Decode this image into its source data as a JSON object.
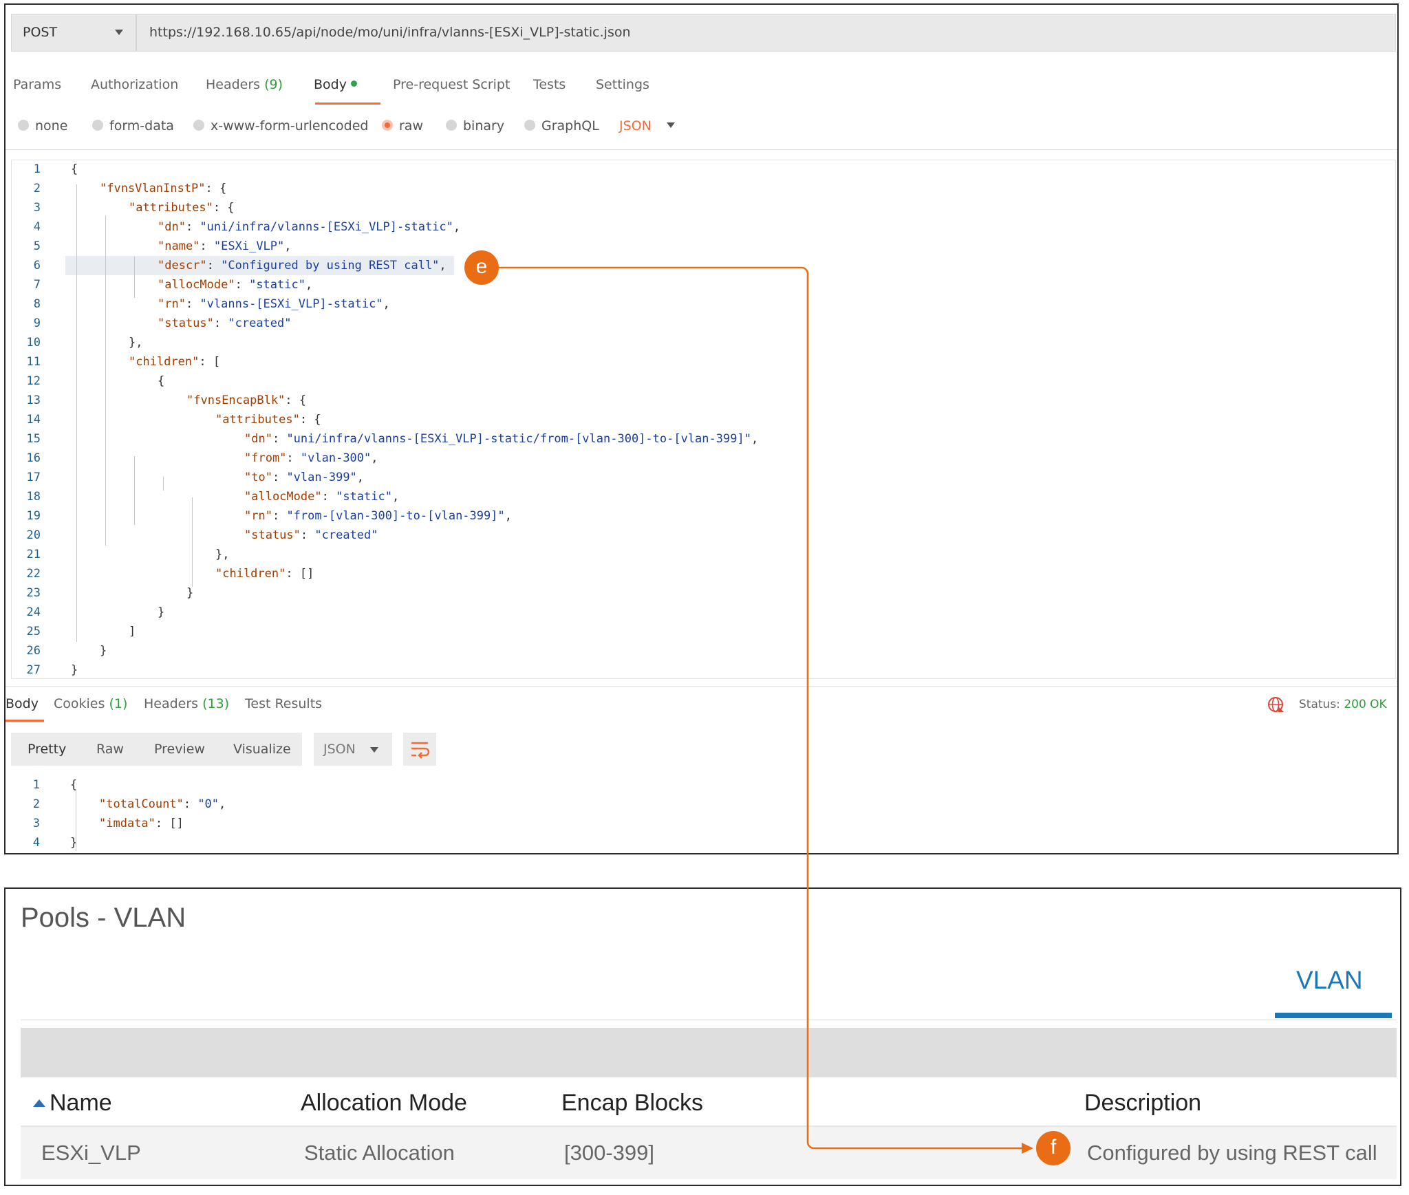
{
  "request": {
    "method": "POST",
    "url": "https://192.168.10.65/api/node/mo/uni/infra/vlanns-[ESXi_VLP]-static.json"
  },
  "request_tabs": [
    {
      "label": "Params",
      "count": ""
    },
    {
      "label": "Authorization",
      "count": ""
    },
    {
      "label": "Headers",
      "count": "(9)"
    },
    {
      "label": "Body",
      "count": ""
    },
    {
      "label": "Pre-request Script",
      "count": ""
    },
    {
      "label": "Tests",
      "count": ""
    },
    {
      "label": "Settings",
      "count": ""
    }
  ],
  "active_request_tab": "Body",
  "body_types": [
    "none",
    "form-data",
    "x-www-form-urlencoded",
    "raw",
    "binary",
    "GraphQL"
  ],
  "selected_body_type": "raw",
  "body_format": "JSON",
  "request_body_lines": [
    {
      "n": "1",
      "indent": 0,
      "text": "{"
    },
    {
      "n": "2",
      "indent": 1,
      "key": "\"fvnsVlanInstP\"",
      "text": ": {"
    },
    {
      "n": "3",
      "indent": 2,
      "key": "\"attributes\"",
      "text": ": {"
    },
    {
      "n": "4",
      "indent": 3,
      "key": "\"dn\"",
      "text": ": ",
      "val": "\"uni/infra/vlanns-[ESXi_VLP]-static\"",
      "tail": ","
    },
    {
      "n": "5",
      "indent": 3,
      "key": "\"name\"",
      "text": ": ",
      "val": "\"ESXi_VLP\"",
      "tail": ","
    },
    {
      "n": "6",
      "indent": 3,
      "key": "\"descr\"",
      "text": ": ",
      "val": "\"Configured by using REST call\"",
      "tail": ",",
      "highlight": true
    },
    {
      "n": "7",
      "indent": 3,
      "key": "\"allocMode\"",
      "text": ": ",
      "val": "\"static\"",
      "tail": ","
    },
    {
      "n": "8",
      "indent": 3,
      "key": "\"rn\"",
      "text": ": ",
      "val": "\"vlanns-[ESXi_VLP]-static\"",
      "tail": ","
    },
    {
      "n": "9",
      "indent": 3,
      "key": "\"status\"",
      "text": ": ",
      "val": "\"created\"",
      "tail": ""
    },
    {
      "n": "10",
      "indent": 2,
      "text": "},"
    },
    {
      "n": "11",
      "indent": 2,
      "key": "\"children\"",
      "text": ": ["
    },
    {
      "n": "12",
      "indent": 3,
      "text": "{"
    },
    {
      "n": "13",
      "indent": 4,
      "key": "\"fvnsEncapBlk\"",
      "text": ": {"
    },
    {
      "n": "14",
      "indent": 5,
      "key": "\"attributes\"",
      "text": ": {"
    },
    {
      "n": "15",
      "indent": 6,
      "key": "\"dn\"",
      "text": ": ",
      "val": "\"uni/infra/vlanns-[ESXi_VLP]-static/from-[vlan-300]-to-[vlan-399]\"",
      "tail": ","
    },
    {
      "n": "16",
      "indent": 6,
      "key": "\"from\"",
      "text": ": ",
      "val": "\"vlan-300\"",
      "tail": ","
    },
    {
      "n": "17",
      "indent": 6,
      "key": "\"to\"",
      "text": ": ",
      "val": "\"vlan-399\"",
      "tail": ","
    },
    {
      "n": "18",
      "indent": 6,
      "key": "\"allocMode\"",
      "text": ": ",
      "val": "\"static\"",
      "tail": ","
    },
    {
      "n": "19",
      "indent": 6,
      "key": "\"rn\"",
      "text": ": ",
      "val": "\"from-[vlan-300]-to-[vlan-399]\"",
      "tail": ","
    },
    {
      "n": "20",
      "indent": 6,
      "key": "\"status\"",
      "text": ": ",
      "val": "\"created\"",
      "tail": ""
    },
    {
      "n": "21",
      "indent": 5,
      "text": "},"
    },
    {
      "n": "22",
      "indent": 5,
      "key": "\"children\"",
      "text": ": []"
    },
    {
      "n": "23",
      "indent": 4,
      "text": "}"
    },
    {
      "n": "24",
      "indent": 3,
      "text": "}"
    },
    {
      "n": "25",
      "indent": 2,
      "text": "]"
    },
    {
      "n": "26",
      "indent": 1,
      "text": "}"
    },
    {
      "n": "27",
      "indent": 0,
      "text": "}"
    }
  ],
  "response_tabs": [
    {
      "label": "Body",
      "count": ""
    },
    {
      "label": "Cookies",
      "count": "(1)"
    },
    {
      "label": "Headers",
      "count": "(13)"
    },
    {
      "label": "Test Results",
      "count": ""
    }
  ],
  "status": {
    "label": "Status:",
    "value": "200 OK"
  },
  "view_modes": [
    "Pretty",
    "Raw",
    "Preview",
    "Visualize"
  ],
  "response_format": "JSON",
  "response_lines": [
    {
      "n": "1",
      "indent": 0,
      "text": "{"
    },
    {
      "n": "2",
      "indent": 1,
      "key": "\"totalCount\"",
      "text": ": ",
      "val": "\"0\"",
      "tail": ","
    },
    {
      "n": "3",
      "indent": 1,
      "key": "\"imdata\"",
      "text": ": []"
    },
    {
      "n": "4",
      "indent": 0,
      "text": "}"
    }
  ],
  "apic": {
    "title": "Pools - VLAN",
    "tab": "VLAN",
    "columns": [
      "Name",
      "Allocation Mode",
      "Encap Blocks",
      "Description"
    ],
    "rows": [
      {
        "name": "ESXi_VLP",
        "mode": "Static Allocation",
        "blocks": "[300-399]",
        "description": "Configured by using REST call"
      }
    ]
  },
  "callouts": {
    "e": "e",
    "f": "f",
    "color": "#ea6c14"
  },
  "colors": {
    "accent": "#f26b3a",
    "success": "#2e9e3a",
    "link_blue": "#1a78b7"
  },
  "icons": {
    "wrap": "wrap-lines-icon",
    "globe": "globe-network-icon",
    "sort": "sort-ascending-icon"
  }
}
